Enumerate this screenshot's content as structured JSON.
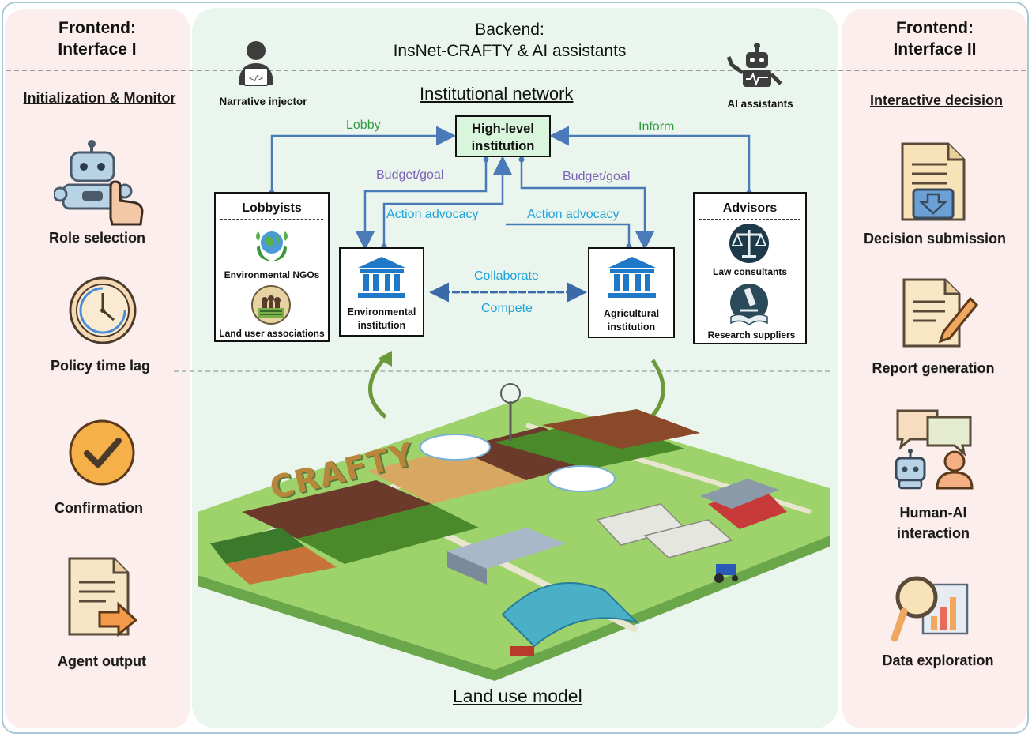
{
  "left_panel": {
    "header_line1": "Frontend:",
    "header_line2": "Interface I",
    "section_title": "Initialization & Monitor",
    "items": [
      {
        "label": "Role selection",
        "icon": "robot-hand-icon"
      },
      {
        "label": "Policy time lag",
        "icon": "clock-icon"
      },
      {
        "label": "Confirmation",
        "icon": "checkmark-icon"
      },
      {
        "label": "Agent output",
        "icon": "document-export-icon"
      }
    ]
  },
  "center_panel": {
    "header_line1": "Backend:",
    "header_line2": "InsNet-CRAFTY & AI assistants",
    "narrative_injector": "Narrative injector",
    "ai_assistants": "AI assistants",
    "network_title": "Institutional network",
    "high_level_line1": "High-level",
    "high_level_line2": "institution",
    "lobby": "Lobby",
    "inform": "Inform",
    "budget_goal_left": "Budget/goal",
    "budget_goal_right": "Budget/goal",
    "action_advocacy_left": "Action advocacy",
    "action_advocacy_right": "Action advocacy",
    "collaborate": "Collaborate",
    "compete": "Compete",
    "lobbyists": {
      "title": "Lobbyists",
      "item1": "Environmental NGOs",
      "item2": "Land user associations"
    },
    "advisors": {
      "title": "Advisors",
      "item1": "Law consultants",
      "item2": "Research suppliers"
    },
    "env_inst_line1": "Environmental",
    "env_inst_line2": "institution",
    "agri_inst_line1": "Agricultural",
    "agri_inst_line2": "institution",
    "crafty_logo": "CRAFTY",
    "land_use_title": "Land use model",
    "colors": {
      "high_level_fill": "#d9f5dc",
      "arrow_blue": "#4a7ab8",
      "cyan_text": "#1ea3d9",
      "green_text": "#2e9b42",
      "purple_text": "#7b63b6"
    }
  },
  "right_panel": {
    "header_line1": "Frontend:",
    "header_line2": "Interface II",
    "section_title": "Interactive decision",
    "items": [
      {
        "label": "Decision submission",
        "icon": "document-download-icon"
      },
      {
        "label": "Report generation",
        "icon": "document-pen-icon"
      },
      {
        "label": "Human-AI",
        "label2": "interaction",
        "icon": "human-ai-chat-icon"
      },
      {
        "label": "Data exploration",
        "icon": "magnifier-chart-icon"
      }
    ]
  }
}
